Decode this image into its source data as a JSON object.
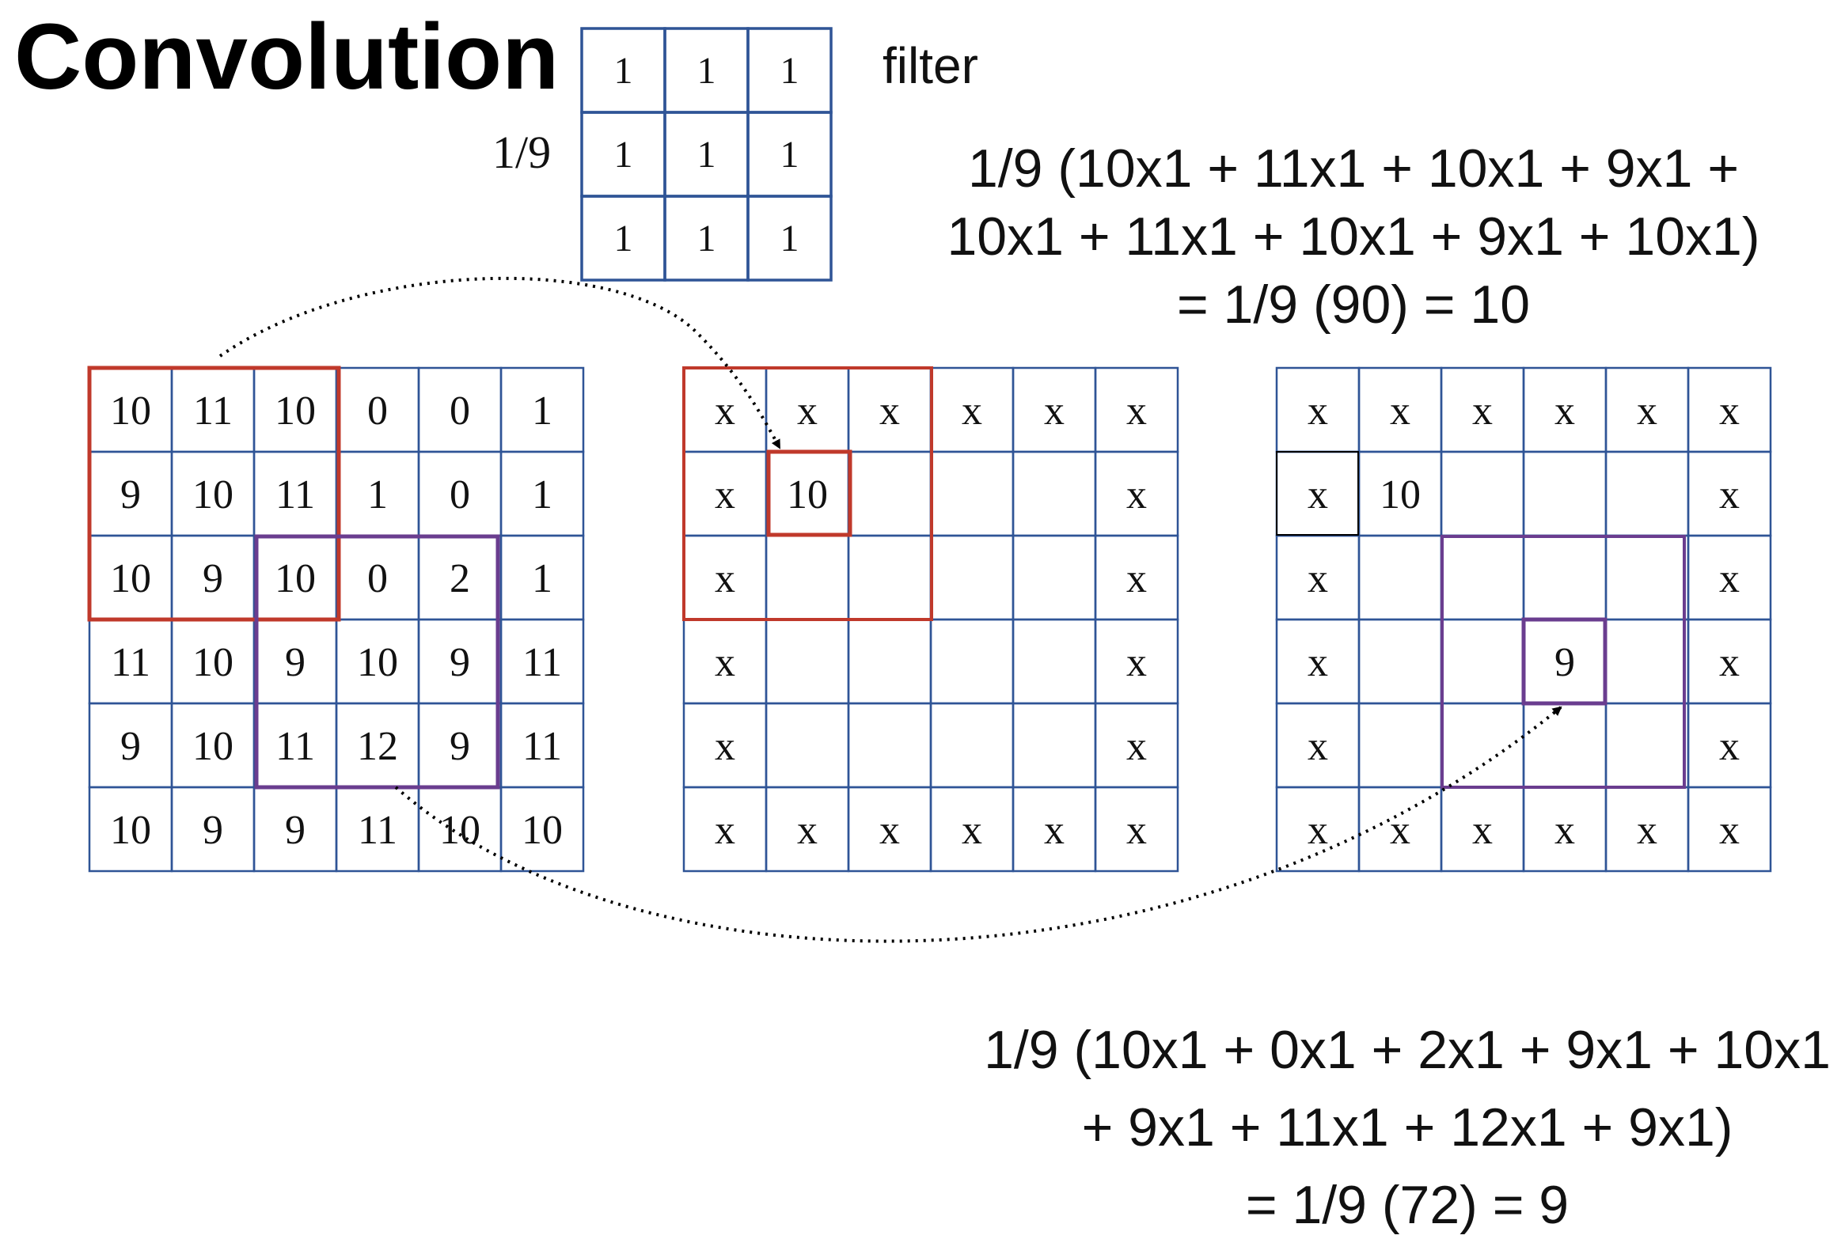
{
  "title": "Convolution",
  "filter": {
    "label": "filter",
    "scale": "1/9",
    "values": [
      [
        "1",
        "1",
        "1"
      ],
      [
        "1",
        "1",
        "1"
      ],
      [
        "1",
        "1",
        "1"
      ]
    ]
  },
  "equation_top": {
    "lines": [
      "1/9 (10x1 + 11x1 + 10x1 + 9x1 +",
      "10x1 + 11x1 + 10x1 + 9x1 + 10x1)",
      "= 1/9 (90) = 10"
    ]
  },
  "equation_bottom": {
    "lines": [
      "1/9 (10x1 + 0x1 + 2x1 + 9x1 + 10x1",
      "+ 9x1 + 11x1 + 12x1 + 9x1)",
      "= 1/9 (72) = 9"
    ]
  },
  "input_grid": [
    [
      "10",
      "11",
      "10",
      "0",
      "0",
      "1"
    ],
    [
      "9",
      "10",
      "11",
      "1",
      "0",
      "1"
    ],
    [
      "10",
      "9",
      "10",
      "0",
      "2",
      "1"
    ],
    [
      "11",
      "10",
      "9",
      "10",
      "9",
      "11"
    ],
    [
      "9",
      "10",
      "11",
      "12",
      "9",
      "11"
    ],
    [
      "10",
      "9",
      "9",
      "11",
      "10",
      "10"
    ]
  ],
  "output_grid_1": [
    [
      "x",
      "x",
      "x",
      "x",
      "x",
      "x"
    ],
    [
      "x",
      "10",
      "",
      "",
      "",
      "x"
    ],
    [
      "x",
      "",
      "",
      "",
      "",
      "x"
    ],
    [
      "x",
      "",
      "",
      "",
      "",
      "x"
    ],
    [
      "x",
      "",
      "",
      "",
      "",
      "x"
    ],
    [
      "x",
      "x",
      "x",
      "x",
      "x",
      "x"
    ]
  ],
  "output_grid_2": [
    [
      "x",
      "x",
      "x",
      "x",
      "x",
      "x"
    ],
    [
      "x",
      "10",
      "",
      "",
      "",
      "x"
    ],
    [
      "x",
      "",
      "",
      "",
      "",
      "x"
    ],
    [
      "x",
      "",
      "",
      "9",
      "",
      "x"
    ],
    [
      "x",
      "",
      "",
      "",
      "",
      "x"
    ],
    [
      "x",
      "x",
      "x",
      "x",
      "x",
      "x"
    ]
  ],
  "colors": {
    "grid_line": "#2f5496",
    "window_red": "#c0392b",
    "window_purple": "#6a3d8f",
    "text": "#111111"
  }
}
